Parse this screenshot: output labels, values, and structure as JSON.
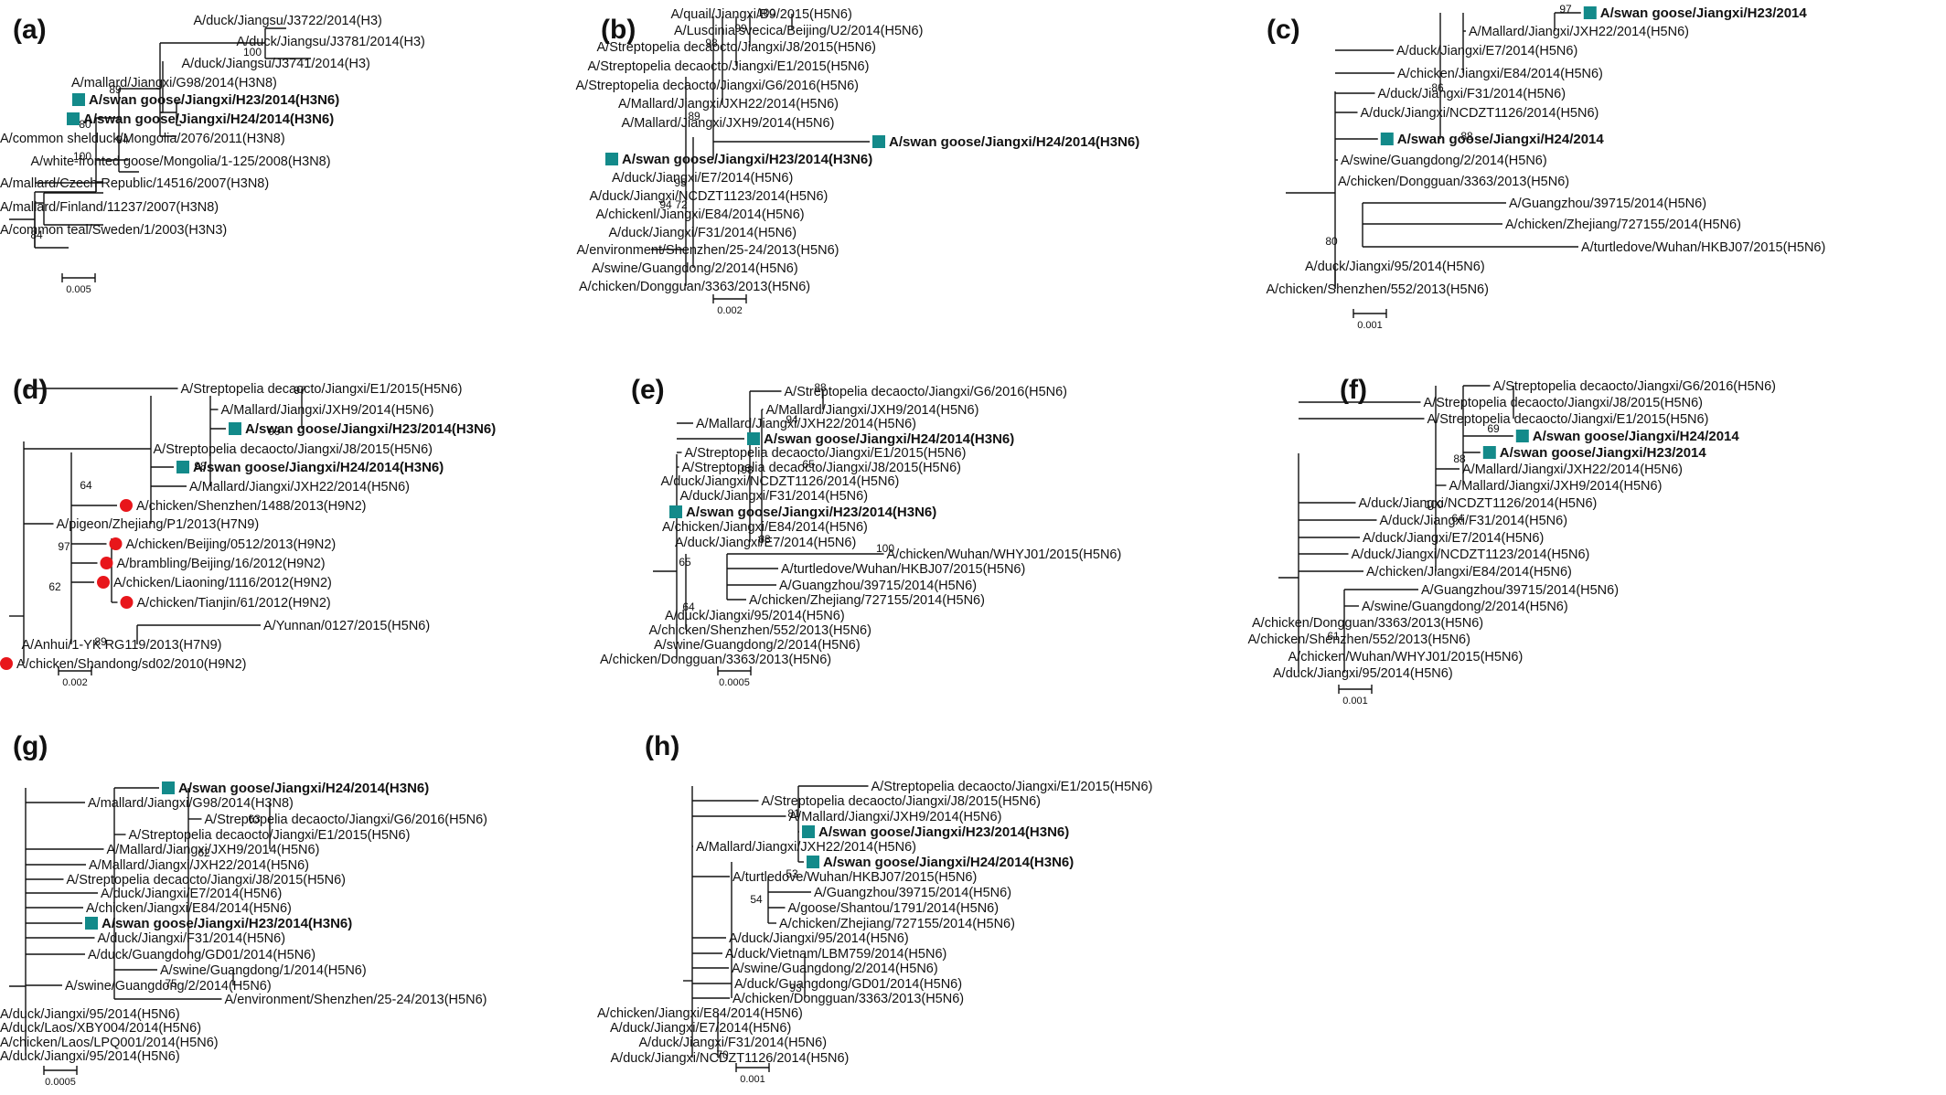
{
  "colors": {
    "marker_square": "#138a8a",
    "marker_circle": "#e8161b",
    "line": "#111111"
  },
  "panels": [
    {
      "label": "(a)",
      "scale": "0.005",
      "leaves": [
        {
          "text": "A/duck/Jiangsu/J3722/2014(H3)"
        },
        {
          "text": "A/duck/Jiangsu/J3781/2014(H3)"
        },
        {
          "text": "A/duck/Jiangsu/J3741/2014(H3)"
        },
        {
          "text": "A/mallard/Jiangxi/G98/2014(H3N8)"
        },
        {
          "text": "A/swan goose/Jiangxi/H23/2014(H3N6)",
          "bold": true,
          "marker": "square"
        },
        {
          "text": "A/swan goose/Jiangxi/H24/2014(H3N6)",
          "bold": true,
          "marker": "square"
        },
        {
          "text": "A/common shelduck/Mongolia/2076/2011(H3N8)"
        },
        {
          "text": "A/white-fronted goose/Mongolia/1-125/2008(H3N8)"
        },
        {
          "text": "A/mallard/Czech Republic/14516/2007(H3N8)"
        },
        {
          "text": "A/mallard/Finland/11237/2007(H3N8)"
        },
        {
          "text": "A/common teal/Sweden/1/2003(H3N3)"
        }
      ],
      "bootstrap": [
        "100",
        "89",
        "94",
        "80",
        "100",
        "84"
      ]
    },
    {
      "label": "(b)",
      "scale": "0.002",
      "leaves": [
        {
          "text": "A/quail/Jiangxi/B9/2015(H5N6)"
        },
        {
          "text": "A/Luscinia svecica/Beijing/U2/2014(H5N6)"
        },
        {
          "text": "A/Streptopelia decaocto/Jiangxi/J8/2015(H5N6)"
        },
        {
          "text": "A/Streptopelia decaocto/Jiangxi/E1/2015(H5N6)"
        },
        {
          "text": "A/Streptopelia decaocto/Jiangxi/G6/2016(H5N6)"
        },
        {
          "text": "A/Mallard/Jiangxi/JXH22/2014(H5N6)"
        },
        {
          "text": "A/Mallard/Jiangxi/JXH9/2014(H5N6)"
        },
        {
          "text": "A/swan goose/Jiangxi/H24/2014(H3N6)",
          "bold": true,
          "marker": "square"
        },
        {
          "text": "A/swan goose/Jiangxi/H23/2014(H3N6)",
          "bold": true,
          "marker": "square"
        },
        {
          "text": "A/duck/Jiangxi/E7/2014(H5N6)"
        },
        {
          "text": "A/duck/Jiangxi/NCDZT1123/2014(H5N6)"
        },
        {
          "text": "A/chickenl/Jiangxi/E84/2014(H5N6)"
        },
        {
          "text": "A/duck/Jiangxi/F31/2014(H5N6)"
        },
        {
          "text": "A/environment/Shenzhen/25-24/2013(H5N6)"
        },
        {
          "text": "A/swine/Guangdong/2/2014(H5N6)"
        },
        {
          "text": "A/chicken/Dongguan/3363/2013(H5N6)"
        }
      ],
      "bootstrap": [
        "100",
        "99",
        "98",
        "89",
        "95",
        "94",
        "72"
      ]
    },
    {
      "label": "(c)",
      "scale": "0.001",
      "leaves": [
        {
          "text": "A/swan goose/Jiangxi/H23/2014",
          "bold": true,
          "marker": "square"
        },
        {
          "text": "A/Mallard/Jiangxi/JXH22/2014(H5N6)"
        },
        {
          "text": "A/duck/Jiangxi/E7/2014(H5N6)"
        },
        {
          "text": "A/chicken/Jiangxi/E84/2014(H5N6)"
        },
        {
          "text": "A/duck/Jiangxi/F31/2014(H5N6)"
        },
        {
          "text": "A/duck/Jiangxi/NCDZT1126/2014(H5N6)"
        },
        {
          "text": "A/swan goose/Jiangxi/H24/2014",
          "bold": true,
          "marker": "square"
        },
        {
          "text": "A/swine/Guangdong/2/2014(H5N6)"
        },
        {
          "text": "A/chicken/Dongguan/3363/2013(H5N6)"
        },
        {
          "text": "A/Guangzhou/39715/2014(H5N6)"
        },
        {
          "text": "A/chicken/Zhejiang/727155/2014(H5N6)"
        },
        {
          "text": "A/turtledove/Wuhan/HKBJ07/2015(H5N6)"
        },
        {
          "text": "A/duck/Jiangxi/95/2014(H5N6)"
        },
        {
          "text": "A/chicken/Shenzhen/552/2013(H5N6)"
        }
      ],
      "bootstrap": [
        "97",
        "86",
        "88",
        "80"
      ]
    },
    {
      "label": "(d)",
      "scale": "0.002",
      "leaves": [
        {
          "text": "A/Streptopelia decaocto/Jiangxi/E1/2015(H5N6)"
        },
        {
          "text": "A/Mallard/Jiangxi/JXH9/2014(H5N6)"
        },
        {
          "text": "A/swan goose/Jiangxi/H23/2014(H3N6)",
          "bold": true,
          "marker": "square"
        },
        {
          "text": "A/Streptopelia decaocto/Jiangxi/J8/2015(H5N6)"
        },
        {
          "text": "A/swan goose/Jiangxi/H24/2014(H3N6)",
          "bold": true,
          "marker": "square"
        },
        {
          "text": "A/Mallard/Jiangxi/JXH22/2014(H5N6)"
        },
        {
          "text": "A/chicken/Shenzhen/1488/2013(H9N2)",
          "marker": "circle"
        },
        {
          "text": "A/pigeon/Zhejiang/P1/2013(H7N9)"
        },
        {
          "text": "A/chicken/Beijing/0512/2013(H9N2)",
          "marker": "circle"
        },
        {
          "text": "A/brambling/Beijing/16/2012(H9N2)",
          "marker": "circle"
        },
        {
          "text": "A/chicken/Liaoning/1116/2012(H9N2)",
          "marker": "circle"
        },
        {
          "text": "A/chicken/Tianjin/61/2012(H9N2)",
          "marker": "circle"
        },
        {
          "text": "A/Yunnan/0127/2015(H5N6)"
        },
        {
          "text": "A/Anhui/1-YK RG119/2013(H7N9)"
        },
        {
          "text": "A/chicken/Shandong/sd02/2010(H9N2)",
          "marker": "circle"
        }
      ],
      "bootstrap": [
        "97",
        "99",
        "98",
        "64",
        "97",
        "62",
        "89"
      ]
    },
    {
      "label": "(e)",
      "scale": "0.0005",
      "leaves": [
        {
          "text": "A/Streptopelia decaocto/Jiangxi/G6/2016(H5N6)"
        },
        {
          "text": "A/Mallard/Jiangxi/JXH9/2014(H5N6)"
        },
        {
          "text": "A/Mallard/Jiangxi/JXH22/2014(H5N6)"
        },
        {
          "text": "A/swan goose/Jiangxi/H24/2014(H3N6)",
          "bold": true,
          "marker": "square"
        },
        {
          "text": "A/Streptopelia decaocto/Jiangxi/E1/2015(H5N6)"
        },
        {
          "text": "A/Streptopelia decaocto/Jiangxi/J8/2015(H5N6)"
        },
        {
          "text": "A/duck/Jiangxi/NCDZT1126/2014(H5N6)"
        },
        {
          "text": "A/duck/Jiangxi/F31/2014(H5N6)"
        },
        {
          "text": "A/swan goose/Jiangxi/H23/2014(H3N6)",
          "bold": true,
          "marker": "square"
        },
        {
          "text": "A/chicken/Jiangxi/E84/2014(H5N6)"
        },
        {
          "text": "A/duck/Jiangxi/E7/2014(H5N6)"
        },
        {
          "text": "A/chicken/Wuhan/WHYJ01/2015(H5N6)"
        },
        {
          "text": "A/turtledove/Wuhan/HKBJ07/2015(H5N6)"
        },
        {
          "text": "A/Guangzhou/39715/2014(H5N6)"
        },
        {
          "text": "A/chicken/Zhejiang/727155/2014(H5N6)"
        },
        {
          "text": "A/duck/Jiangxi/95/2014(H5N6)"
        },
        {
          "text": "A/chicken/Shenzhen/552/2013(H5N6)"
        },
        {
          "text": "A/swine/Guangdong/2/2014(H5N6)"
        },
        {
          "text": "A/chicken/Dongguan/3363/2013(H5N6)"
        }
      ],
      "bootstrap": [
        "88",
        "94",
        "65",
        "98",
        "63",
        "100",
        "65",
        "64"
      ]
    },
    {
      "label": "(f)",
      "scale": "0.001",
      "leaves": [
        {
          "text": "A/Streptopelia decaocto/Jiangxi/G6/2016(H5N6)"
        },
        {
          "text": "A/Streptopelia decaocto/Jiangxi/J8/2015(H5N6)"
        },
        {
          "text": "A/Streptopelia decaocto/Jiangxi/E1/2015(H5N6)"
        },
        {
          "text": "A/swan goose/Jiangxi/H24/2014",
          "bold": true,
          "marker": "square"
        },
        {
          "text": "A/swan goose/Jiangxi/H23/2014",
          "bold": true,
          "marker": "square"
        },
        {
          "text": "A/Mallard/Jiangxi/JXH22/2014(H5N6)"
        },
        {
          "text": "A/Mallard/Jiangxi/JXH9/2014(H5N6)"
        },
        {
          "text": "A/duck/Jiangxi/NCDZT1126/2014(H5N6)"
        },
        {
          "text": "A/duck/Jiangxi/F31/2014(H5N6)"
        },
        {
          "text": "A/duck/Jiangxi/E7/2014(H5N6)"
        },
        {
          "text": "A/duck/Jiangxi/NCDZT1123/2014(H5N6)"
        },
        {
          "text": "A/chicken/Jiangxi/E84/2014(H5N6)"
        },
        {
          "text": "A/Guangzhou/39715/2014(H5N6)"
        },
        {
          "text": "A/swine/Guangdong/2/2014(H5N6)"
        },
        {
          "text": "A/chicken/Dongguan/3363/2013(H5N6)"
        },
        {
          "text": "A/chicken/Shenzhen/552/2013(H5N6)"
        },
        {
          "text": "A/chicken/Wuhan/WHYJ01/2015(H5N6)"
        },
        {
          "text": "A/duck/Jiangxi/95/2014(H5N6)"
        }
      ],
      "bootstrap": [
        "69",
        "88",
        "100",
        "64",
        "61"
      ]
    },
    {
      "label": "(g)",
      "scale": "0.0005",
      "leaves": [
        {
          "text": "A/swan goose/Jiangxi/H24/2014(H3N6)",
          "bold": true,
          "marker": "square"
        },
        {
          "text": "A/mallard/Jiangxi/G98/2014(H3N8)"
        },
        {
          "text": "A/Streptopelia decaocto/Jiangxi/G6/2016(H5N6)"
        },
        {
          "text": "A/Streptopelia decaocto/Jiangxi/E1/2015(H5N6)"
        },
        {
          "text": "A/Mallard/Jiangxi/JXH9/2014(H5N6)"
        },
        {
          "text": "A/Mallard/Jiangxi/JXH22/2014(H5N6)"
        },
        {
          "text": "A/Streptopelia decaocto/Jiangxi/J8/2015(H5N6)"
        },
        {
          "text": "A/duck/Jiangxi/E7/2014(H5N6)"
        },
        {
          "text": "A/chicken/Jiangxi/E84/2014(H5N6)"
        },
        {
          "text": "A/swan goose/Jiangxi/H23/2014(H3N6)",
          "bold": true,
          "marker": "square"
        },
        {
          "text": "A/duck/Jiangxi/F31/2014(H5N6)"
        },
        {
          "text": "A/duck/Guangdong/GD01/2014(H5N6)"
        },
        {
          "text": "A/swine/Guangdong/1/2014(H5N6)"
        },
        {
          "text": "A/swine/Guangdong/2/2014(H5N6)"
        },
        {
          "text": "A/environment/Shenzhen/25-24/2013(H5N6)"
        },
        {
          "text": "A/duck/Jiangxi/95/2014(H5N6)"
        },
        {
          "text": "A/duck/Laos/XBY004/2014(H5N6)"
        },
        {
          "text": "A/chicken/Laos/LPQ001/2014(H5N6)"
        },
        {
          "text": "A/duck/Jiangxi/95/2014(H5N6)"
        }
      ],
      "bootstrap": [
        "63",
        "62",
        "75"
      ]
    },
    {
      "label": "(h)",
      "scale": "0.001",
      "leaves": [
        {
          "text": "A/Streptopelia decaocto/Jiangxi/E1/2015(H5N6)"
        },
        {
          "text": "A/Streptopelia decaocto/Jiangxi/J8/2015(H5N6)"
        },
        {
          "text": "A/Mallard/Jiangxi/JXH9/2014(H5N6)"
        },
        {
          "text": "A/swan goose/Jiangxi/H23/2014(H3N6)",
          "bold": true,
          "marker": "square"
        },
        {
          "text": "A/Mallard/Jiangxi/JXH22/2014(H5N6)"
        },
        {
          "text": "A/swan goose/Jiangxi/H24/2014(H3N6)",
          "bold": true,
          "marker": "square"
        },
        {
          "text": "A/turtledove/Wuhan/HKBJ07/2015(H5N6)"
        },
        {
          "text": "A/Guangzhou/39715/2014(H5N6)"
        },
        {
          "text": "A/goose/Shantou/1791/2014(H5N6)"
        },
        {
          "text": "A/chicken/Zhejiang/727155/2014(H5N6)"
        },
        {
          "text": "A/duck/Jiangxi/95/2014(H5N6)"
        },
        {
          "text": "A/duck/Vietnam/LBM759/2014(H5N6)"
        },
        {
          "text": "A/swine/Guangdong/2/2014(H5N6)"
        },
        {
          "text": "A/duck/Guangdong/GD01/2014(H5N6)"
        },
        {
          "text": "A/chicken/Dongguan/3363/2013(H5N6)"
        },
        {
          "text": "A/chicken/Jiangxi/E84/2014(H5N6)"
        },
        {
          "text": "A/duck/Jiangxi/E7/2014(H5N6)"
        },
        {
          "text": "A/duck/Jiangxi/F31/2014(H5N6)"
        },
        {
          "text": "A/duck/Jiangxi/NCDZT1126/2014(H5N6)"
        }
      ],
      "bootstrap": [
        "81",
        "53",
        "54",
        "93",
        "70"
      ]
    }
  ]
}
